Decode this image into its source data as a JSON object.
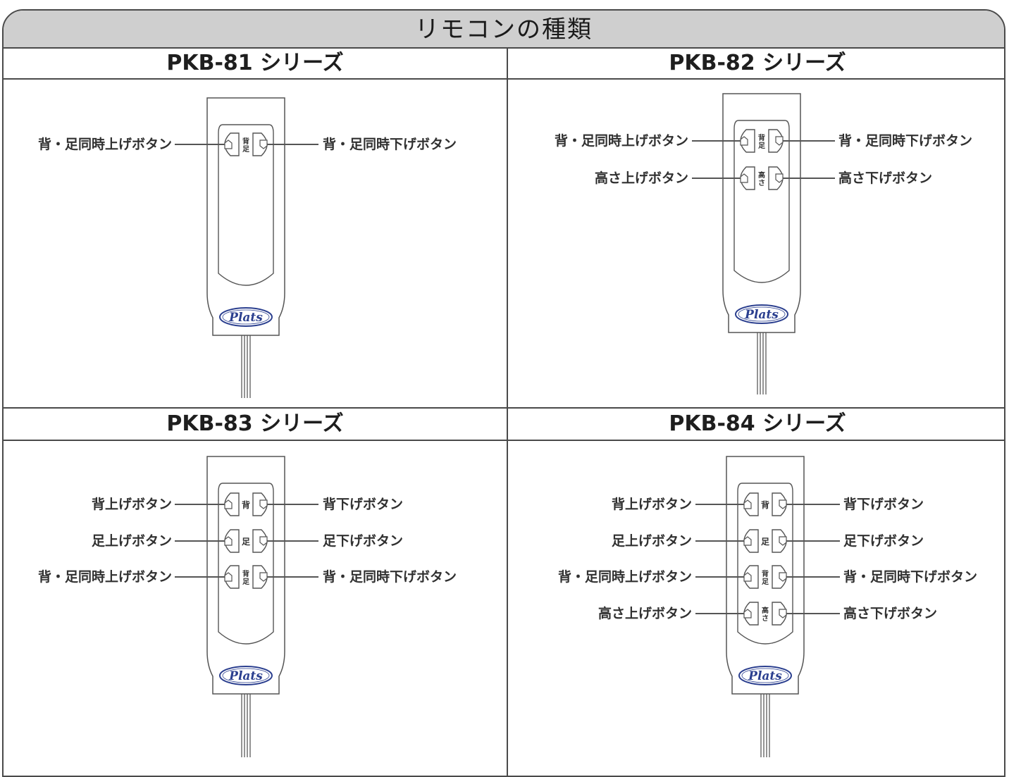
{
  "title": "リモコンの種類",
  "panels": [
    {
      "series": "PKB-81 シリーズ",
      "buttons": [
        {
          "left_label": "背・足同時上げボタン",
          "right_label": "背・足同時下げボタン",
          "glyph": "背足"
        }
      ],
      "logo": "Plats"
    },
    {
      "series": "PKB-82 シリーズ",
      "buttons": [
        {
          "left_label": "背・足同時上げボタン",
          "right_label": "背・足同時下げボタン",
          "glyph": "背足"
        },
        {
          "left_label": "高さ上げボタン",
          "right_label": "高さ下げボタン",
          "glyph": "高さ"
        }
      ],
      "logo": "Plats"
    },
    {
      "series": "PKB-83 シリーズ",
      "buttons": [
        {
          "left_label": "背上げボタン",
          "right_label": "背下げボタン",
          "glyph": "背"
        },
        {
          "left_label": "足上げボタン",
          "right_label": "足下げボタン",
          "glyph": "足"
        },
        {
          "left_label": "背・足同時上げボタン",
          "right_label": "背・足同時下げボタン",
          "glyph": "背足"
        }
      ],
      "logo": "Plats"
    },
    {
      "series": "PKB-84 シリーズ",
      "buttons": [
        {
          "left_label": "背上げボタン",
          "right_label": "背下げボタン",
          "glyph": "背"
        },
        {
          "left_label": "足上げボタン",
          "right_label": "足下げボタン",
          "glyph": "足"
        },
        {
          "left_label": "背・足同時上げボタン",
          "right_label": "背・足同時下げボタン",
          "glyph": "背足"
        },
        {
          "left_label": "高さ上げボタン",
          "right_label": "高さ下げボタン",
          "glyph": "高さ"
        }
      ],
      "logo": "Plats"
    }
  ],
  "colors": {
    "border": "#4a4a4a",
    "title_bg": "#cfcfcf",
    "leader_line": "#555555",
    "logo": "#2b3f8f"
  }
}
